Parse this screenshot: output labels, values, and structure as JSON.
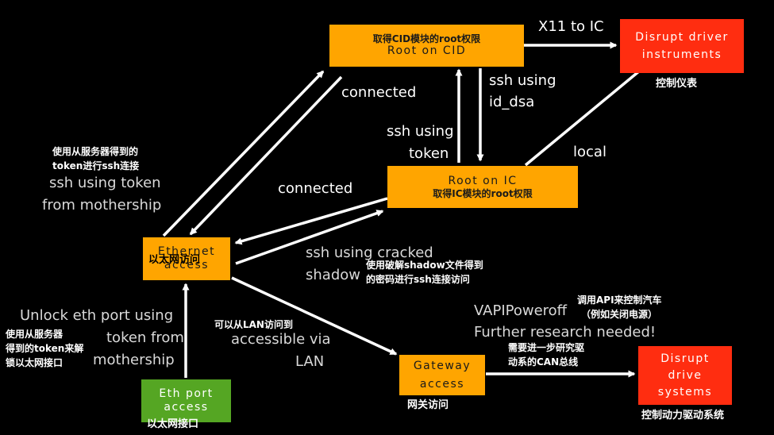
{
  "nodes": {
    "root_cid": {
      "cn": "取得CID模块的root权限",
      "en": "Root on CID"
    },
    "disrupt_driver": {
      "en": "Disrupt driver instruments",
      "ann": "控制仪表"
    },
    "root_ic": {
      "en": "Root on IC",
      "cn": "取得IC模块的root权限"
    },
    "ethernet": {
      "en": "Ethernet access",
      "cn": "以太网访问"
    },
    "eth_port": {
      "en": "Eth port access",
      "cn": "以太网接口"
    },
    "gateway": {
      "en": "Gateway access",
      "ann": "网关访问"
    },
    "disrupt_drive": {
      "en": "Disrupt drive systems",
      "ann": "控制动力驱动系统"
    }
  },
  "edge_labels": {
    "x11": "X11 to IC",
    "ssh_id_dsa_1": "ssh using",
    "ssh_id_dsa_2": "id_dsa",
    "connected_top": "connected",
    "ssh_token_1": "ssh using",
    "ssh_token_2": "token",
    "local": "local",
    "connected_mid": "connected",
    "ssh_mothership_1": "ssh using token",
    "ssh_mothership_2": "from mothership",
    "ssh_cracked_1": "ssh using cracked",
    "ssh_cracked_2": "shadow",
    "unlock_1": "Unlock eth port using",
    "unlock_2": "token from",
    "unlock_3": "mothership",
    "lan_1": "accessible via",
    "lan_2": "LAN",
    "vapi": "VAPIPoweroff",
    "further": "Further research needed!"
  },
  "annotations": {
    "mothership_cn_1": "使用从服务器得到的",
    "mothership_cn_2": "token进行ssh连接",
    "cracked_cn_1": "使用破解shadow文件得到",
    "cracked_cn_2": "的密码进行ssh连接访问",
    "unlock_cn_1": "使用从服务器",
    "unlock_cn_2": "得到的token来解",
    "unlock_cn_3": "锁以太网接口",
    "lan_cn": "可以从LAN访问到",
    "vapi_cn_1": "调用API来控制汽车",
    "vapi_cn_2": "（例如关闭电源）",
    "further_cn_1": "需要进一步研究驱",
    "further_cn_2": "动系的CAN总线"
  },
  "colors": {
    "orange": "#ffa500",
    "red": "#ff2d10",
    "green": "#55a623",
    "background": "#000000",
    "arrow": "#ffffff"
  }
}
